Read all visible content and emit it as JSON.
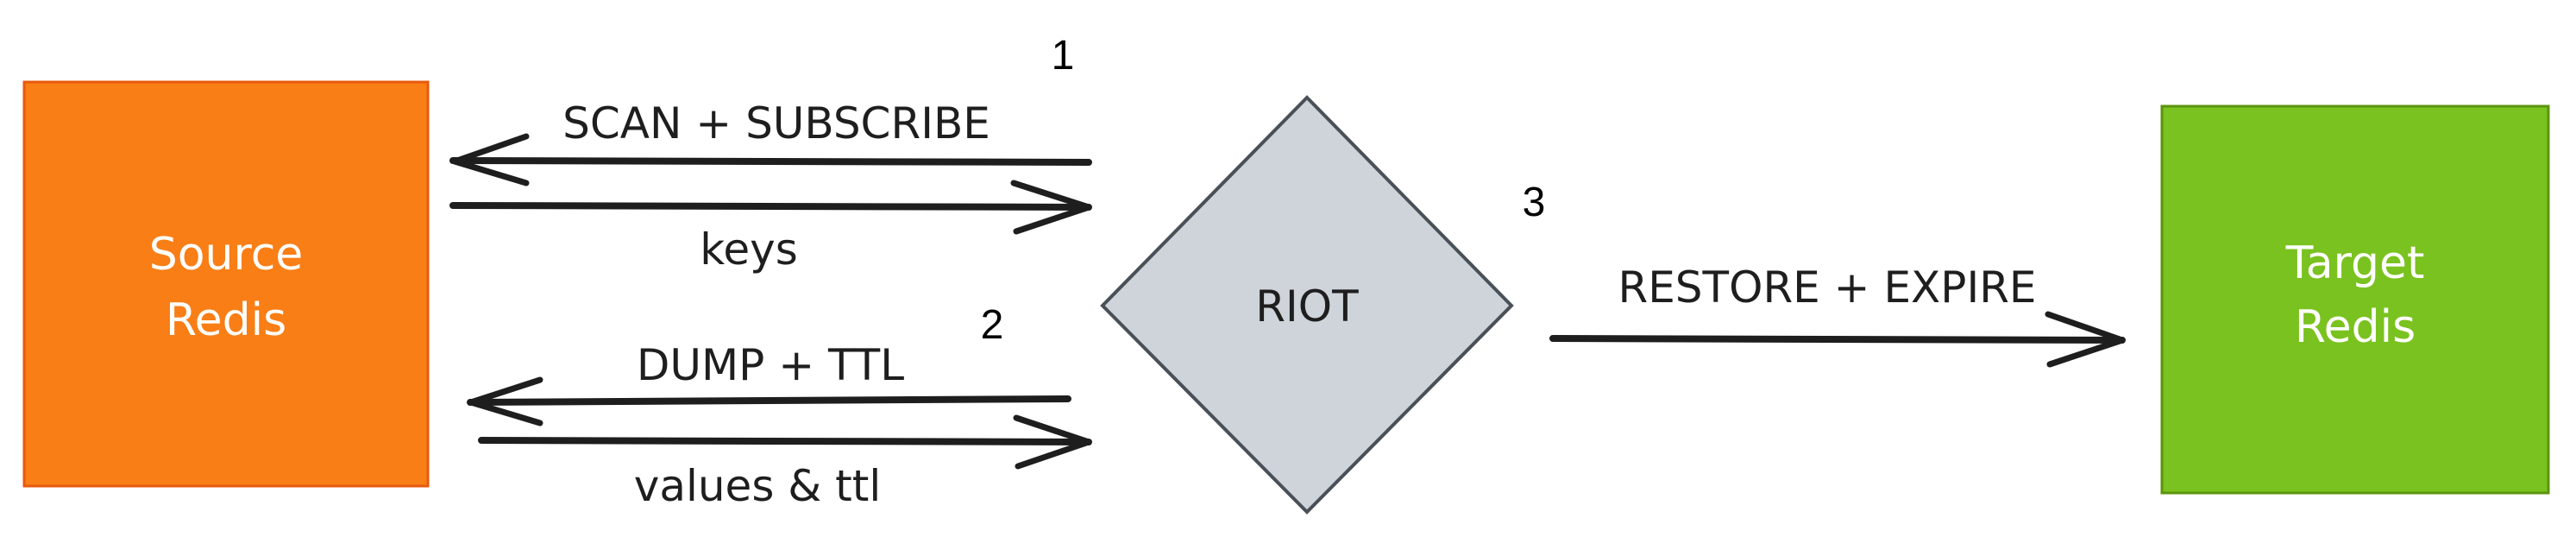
{
  "nodes": {
    "source": {
      "line1": "Source",
      "line2": "Redis",
      "color": "#f97e16"
    },
    "riot": {
      "label": "RIOT",
      "color": "#ced4da"
    },
    "target": {
      "line1": "Target",
      "line2": "Redis",
      "color": "#7ac21f"
    }
  },
  "edges": {
    "scan": {
      "label": "SCAN + SUBSCRIBE"
    },
    "keys": {
      "label": "keys"
    },
    "dump": {
      "label": "DUMP + TTL"
    },
    "values": {
      "label": "values & ttl"
    },
    "restore": {
      "label": "RESTORE + EXPIRE"
    }
  },
  "steps": {
    "one": "1",
    "two": "2",
    "three": "3"
  }
}
